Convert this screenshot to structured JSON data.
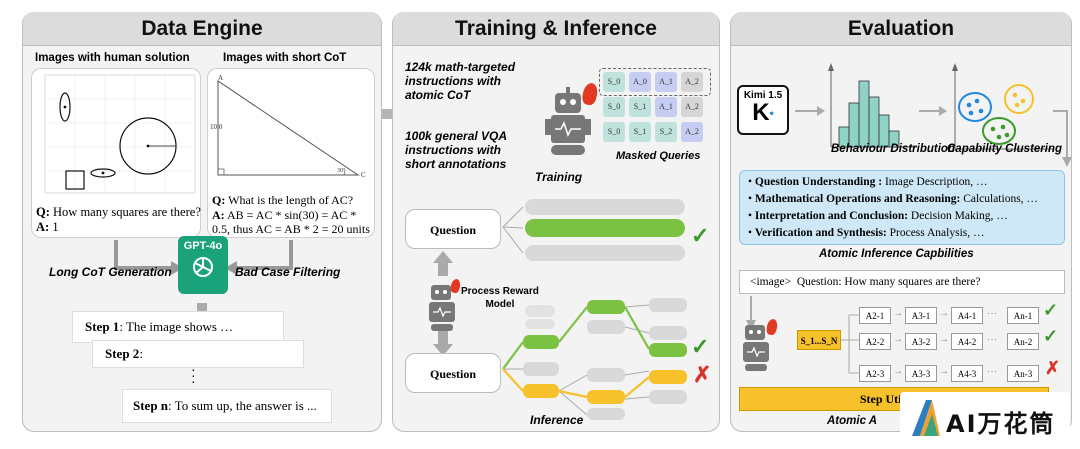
{
  "panels": {
    "data_engine": "Data Engine",
    "training": "Training & Inference",
    "evaluation": "Evaluation"
  },
  "data_engine": {
    "human_title": "Images with human solution",
    "cot_title": "Images with short CoT",
    "human_q": "How many squares are there?",
    "human_a": "1",
    "cot_q": "What is the length of AC?",
    "cot_a1": "AB = AC * sin(30) = AC *",
    "cot_a2": "0.5, thus AC = AB * 2 = 20 units",
    "q_prefix": "Q:",
    "a_prefix": "A:",
    "gpt": "GPT-4o",
    "long_cot": "Long CoT Generation",
    "bad_case": "Bad Case Filtering",
    "step1_label": "Step 1",
    "step1_text": ": The image shows …",
    "step2_label": "Step 2",
    "step2_text": ":",
    "stepn_label": "Step n",
    "stepn_text": ": To sum up, the answer is ...",
    "fig_label_a": "A",
    "fig_label_c": "C",
    "fig_label_10": "10.0",
    "fig_label_30": "30°"
  },
  "training": {
    "math_instr": [
      "124k math-targeted",
      "instructions with",
      "atomic CoT"
    ],
    "vqa_instr": [
      "100k general VQA",
      "instructions with",
      "short annotations"
    ],
    "training_label": "Training",
    "masked_label": "Masked Queries",
    "chips": [
      [
        "S_0",
        "A_0",
        "A_1",
        "A_2"
      ],
      [
        "S_0",
        "S_1",
        "A_1",
        "A_2"
      ],
      [
        "S_0",
        "S_1",
        "S_2",
        "A_2"
      ]
    ],
    "question": "Question",
    "prm": [
      "Process Reward",
      "Model"
    ],
    "inference_label": "Inference"
  },
  "evaluation": {
    "kimi": "Kimi 1.5",
    "behaviour": "Behaviour Distribution",
    "clustering": "Capability Clustering",
    "atomic": [
      {
        "b": "Question Understanding :",
        "t": " Image Description, …"
      },
      {
        "b": "Mathematical Operations and Reasoning:",
        "t": " Calculations, …"
      },
      {
        "b": "Interpretation and Conclusion:",
        "t": " Decision Making, …"
      },
      {
        "b": "Verification and Synthesis:",
        "t": " Process Analysis, …"
      }
    ],
    "atomic_caption": "Atomic Inference Capbilities",
    "image_q": "<image>  Question: How many squares are there?",
    "sn": "S_1...S_N",
    "rows": [
      [
        "A2-1",
        "A3-1",
        "A4-1",
        "An-1"
      ],
      [
        "A2-2",
        "A3-2",
        "A4-2",
        "An-2"
      ],
      [
        "A2-3",
        "A3-3",
        "A4-3",
        "An-3"
      ]
    ],
    "dots": "···",
    "step_util": "Step Utili",
    "atomic_a": "Atomic A",
    "watermark": "AI万花筒"
  },
  "colors": {
    "green": "#7cc242",
    "yellow": "#f6c12a",
    "blue": "#cfe8f7",
    "gpt": "#1aa37a",
    "check": "#3a9a2a",
    "cross": "#d9342b"
  }
}
